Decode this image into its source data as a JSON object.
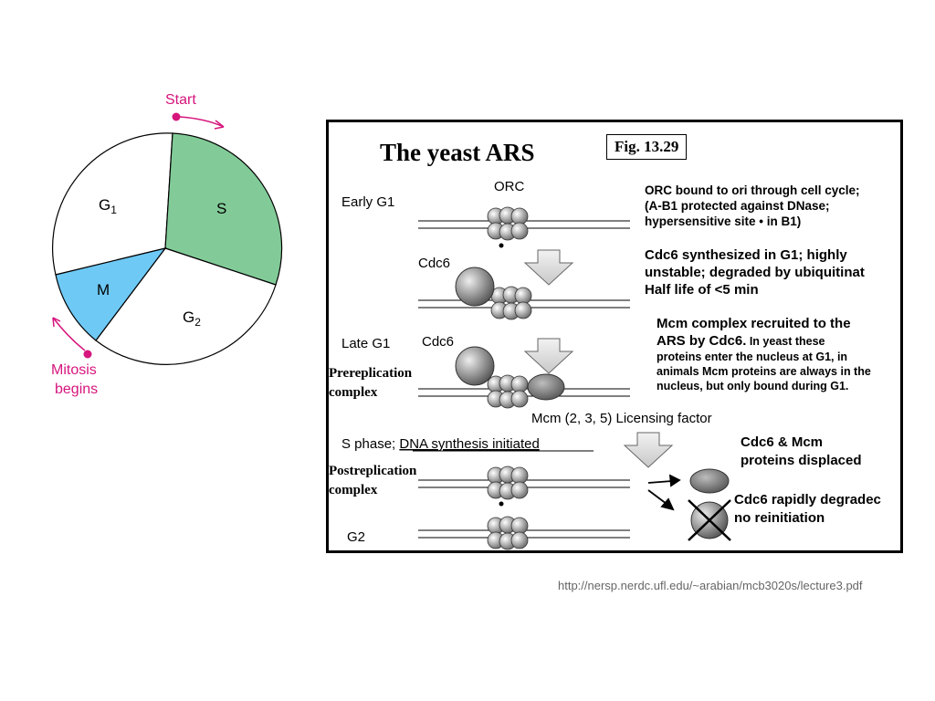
{
  "cycle": {
    "phases": [
      {
        "name": "G",
        "sub": "1",
        "color": "#ffffff"
      },
      {
        "name": "S",
        "sub": "",
        "color": "#82cb98"
      },
      {
        "name": "G",
        "sub": "2",
        "color": "#ffffff"
      },
      {
        "name": "M",
        "sub": "",
        "color": "#6ec9f5"
      }
    ],
    "start_label": "Start",
    "mitosis_label_line1": "Mitosis",
    "mitosis_label_line2": "begins",
    "accent_color": "#d6157d"
  },
  "figure": {
    "title": "The yeast ARS",
    "fig_label": "Fig. 13.29",
    "orc_label": "ORC",
    "stages": {
      "early_g1": "Early G1",
      "late_g1": "Late G1",
      "prereplication_1": "Prereplication",
      "prereplication_2": "complex",
      "s_phase_prefix": "S phase; ",
      "s_phase_underlined": "DNA synthesis initiated",
      "postreplication_1": "Postreplication",
      "postreplication_2": "complex",
      "g2": "G2"
    },
    "cdc6_label_1": "Cdc6",
    "cdc6_label_2": "Cdc6",
    "mcm_label": "Mcm (2, 3, 5) Licensing factor",
    "notes": {
      "orc_bound": "ORC bound to ori through cell cycle;\n(A-B1 protected against DNase;\nhypersensitive site • in B1)",
      "cdc6_synth": "Cdc6 synthesized in G1; highly\nunstable; degraded by ubiquitinat\nHalf life of <5 min",
      "mcm_recruited_head": "Mcm complex recruited to the",
      "mcm_recruited_line2": "ARS by Cdc6.",
      "mcm_recruited_small1": " In yeast these",
      "mcm_recruited_small2": "proteins enter the nucleus at G1, in\nanimals Mcm proteins are always in the\nnucleus, but only bound during G1.",
      "displaced": "Cdc6 & Mcm\nproteins displaced",
      "degraded": "Cdc6  rapidly degradec\nno reinitiation"
    }
  },
  "source_url": "http://nersp.nerdc.ufl.edu/~arabian/mcb3020s/lecture3.pdf"
}
